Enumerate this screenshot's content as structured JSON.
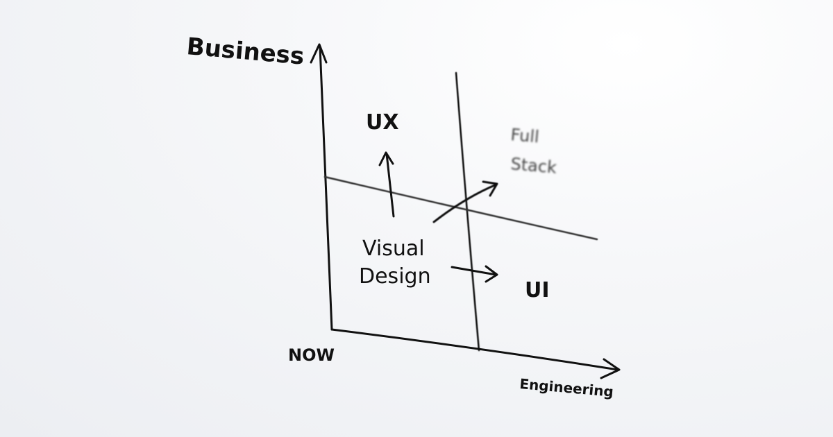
{
  "diagram": {
    "title": "Business vs Engineering skill map",
    "y_axis_label": "Business",
    "x_axis_label": "Engineering",
    "origin_label": "NOW",
    "quadrants": {
      "top_left": "UX",
      "top_right": [
        "Full",
        "Stack"
      ],
      "bottom_left": [
        "Visual",
        "Design"
      ],
      "bottom_right": "UI"
    },
    "ink_color": "#111111",
    "faded_ink_color": "#555555"
  }
}
